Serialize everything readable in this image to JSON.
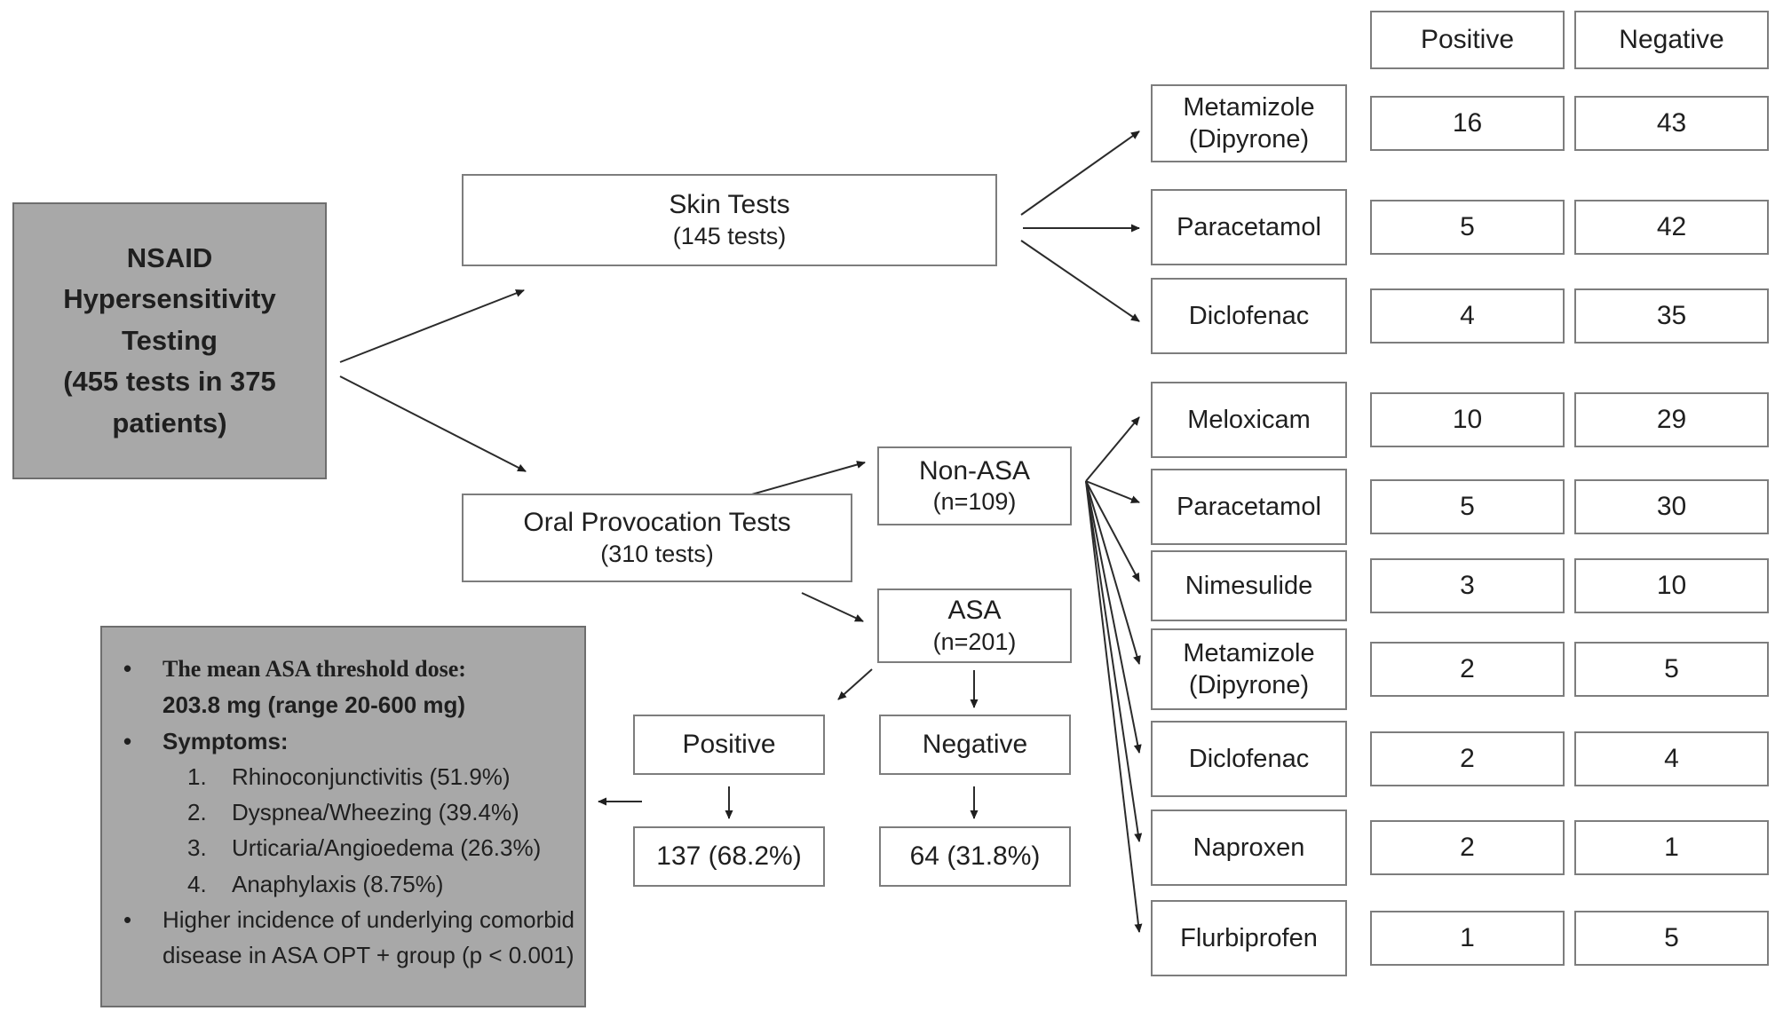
{
  "root": {
    "title": "NSAID Hypersensitivity Testing",
    "subtitle": "(455 tests in 375 patients)"
  },
  "skin_tests": {
    "label": "Skin Tests",
    "sub": "(145 tests)"
  },
  "oral_provocation": {
    "label": "Oral Provocation Tests",
    "sub": "(310 tests)"
  },
  "non_asa": {
    "label": "Non-ASA",
    "sub": "(n=109)"
  },
  "asa": {
    "label": "ASA",
    "sub": "(n=201)"
  },
  "asa_results": {
    "positive_label": "Positive",
    "negative_label": "Negative",
    "positive_value": "137 (68.2%)",
    "negative_value": "64 (31.8%)"
  },
  "table": {
    "headers": {
      "positive": "Positive",
      "negative": "Negative"
    },
    "skin_rows": [
      {
        "drug": "Metamizole (Dipyrone)",
        "positive": "16",
        "negative": "43"
      },
      {
        "drug": "Paracetamol",
        "positive": "5",
        "negative": "42"
      },
      {
        "drug": "Diclofenac",
        "positive": "4",
        "negative": "35"
      }
    ],
    "opt_rows": [
      {
        "drug": "Meloxicam",
        "positive": "10",
        "negative": "29"
      },
      {
        "drug": "Paracetamol",
        "positive": "5",
        "negative": "30"
      },
      {
        "drug": "Nimesulide",
        "positive": "3",
        "negative": "10"
      },
      {
        "drug": "Metamizole (Dipyrone)",
        "positive": "2",
        "negative": "5"
      },
      {
        "drug": "Diclofenac",
        "positive": "2",
        "negative": "4"
      },
      {
        "drug": "Naproxen",
        "positive": "2",
        "negative": "1"
      },
      {
        "drug": "Flurbiprofen",
        "positive": "1",
        "negative": "5"
      }
    ]
  },
  "notes": {
    "bullet_marker": "•",
    "threshold_title": "The mean ASA threshold dose:",
    "threshold_value": "203.8 mg (range 20-600 mg)",
    "symptoms_title": "Symptoms:",
    "symptom_numbers": [
      "1.",
      "2.",
      "3.",
      "4."
    ],
    "symptoms": [
      "Rhinoconjunctivitis (51.9%)",
      "Dyspnea/Wheezing (39.4%)",
      "Urticaria/Angioedema (26.3%)",
      "Anaphylaxis (8.75%)"
    ],
    "comorbidity_note": "Higher incidence of underlying comorbid disease in ASA OPT + group (p < 0.001)"
  },
  "colors": {
    "gray_fill": "#a8a8a8",
    "gray_border": "#6e6e6e",
    "box_border": "#7d7d7d",
    "arrow": "#2b2b2b",
    "text": "#1f1f1f"
  }
}
